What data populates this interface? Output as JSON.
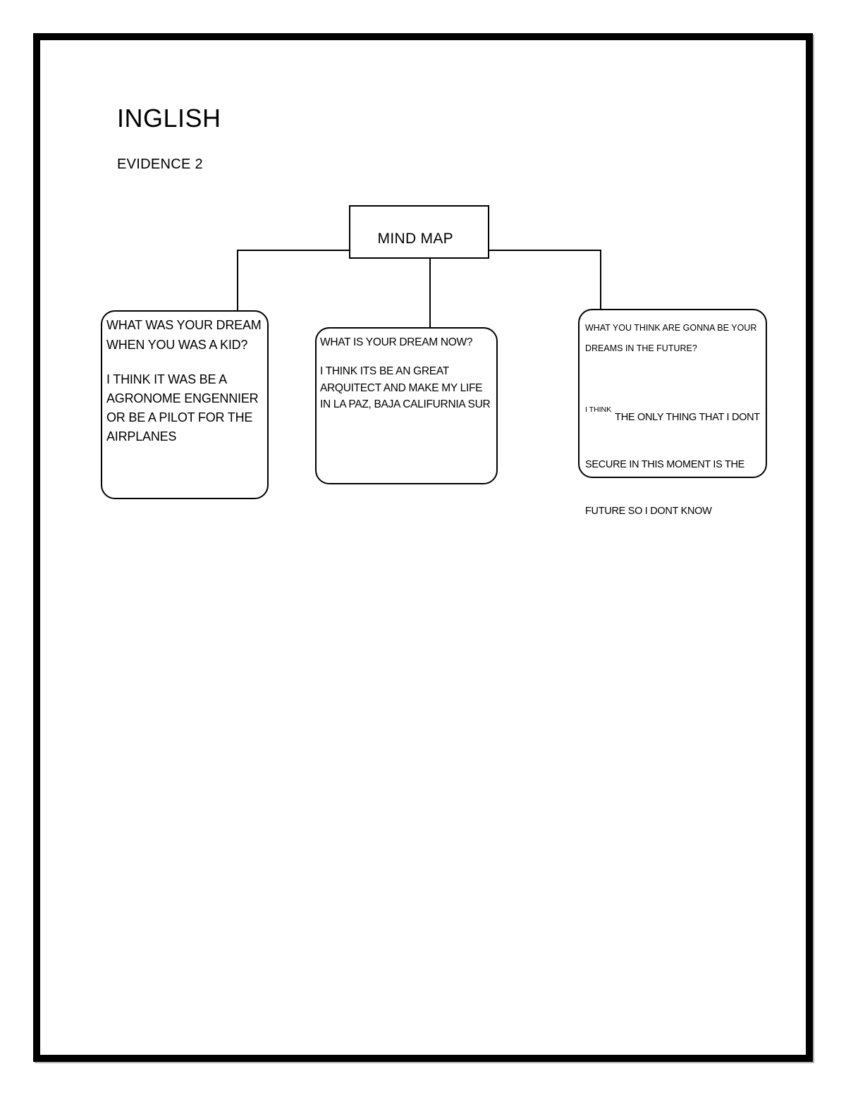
{
  "document": {
    "title": "INGLISH",
    "subtitle": "EVIDENCE 2"
  },
  "mind_map": {
    "root_label": "MIND MAP",
    "nodes": [
      {
        "question_lines": [
          "WHAT WAS YOUR DREAM",
          "WHEN YOU WAS A KID?"
        ],
        "answer_lines": [
          "I THINK IT WAS BE A",
          "AGRONOME ENGENNIER",
          "OR BE A PILOT FOR THE",
          "AIRPLANES"
        ]
      },
      {
        "question_lines": [
          "WHAT IS YOUR DREAM NOW?"
        ],
        "answer_lines": [
          "I THINK ITS BE AN GREAT",
          "ARQUITECT AND MAKE MY LIFE",
          "IN LA PAZ, BAJA CALIFURNIA SUR"
        ]
      },
      {
        "question_lines": [
          "WHAT YOU THINK ARE GONNA BE YOUR",
          "DREAMS IN THE FUTURE?"
        ],
        "answer_intro": "I THINK",
        "answer_lines": [
          "THE ONLY THING THAT I DONT",
          "SECURE IN THIS MOMENT IS THE",
          "FUTURE SO I DONT KNOW"
        ]
      }
    ]
  },
  "colors": {
    "ink": "#000000",
    "paper": "#ffffff"
  }
}
